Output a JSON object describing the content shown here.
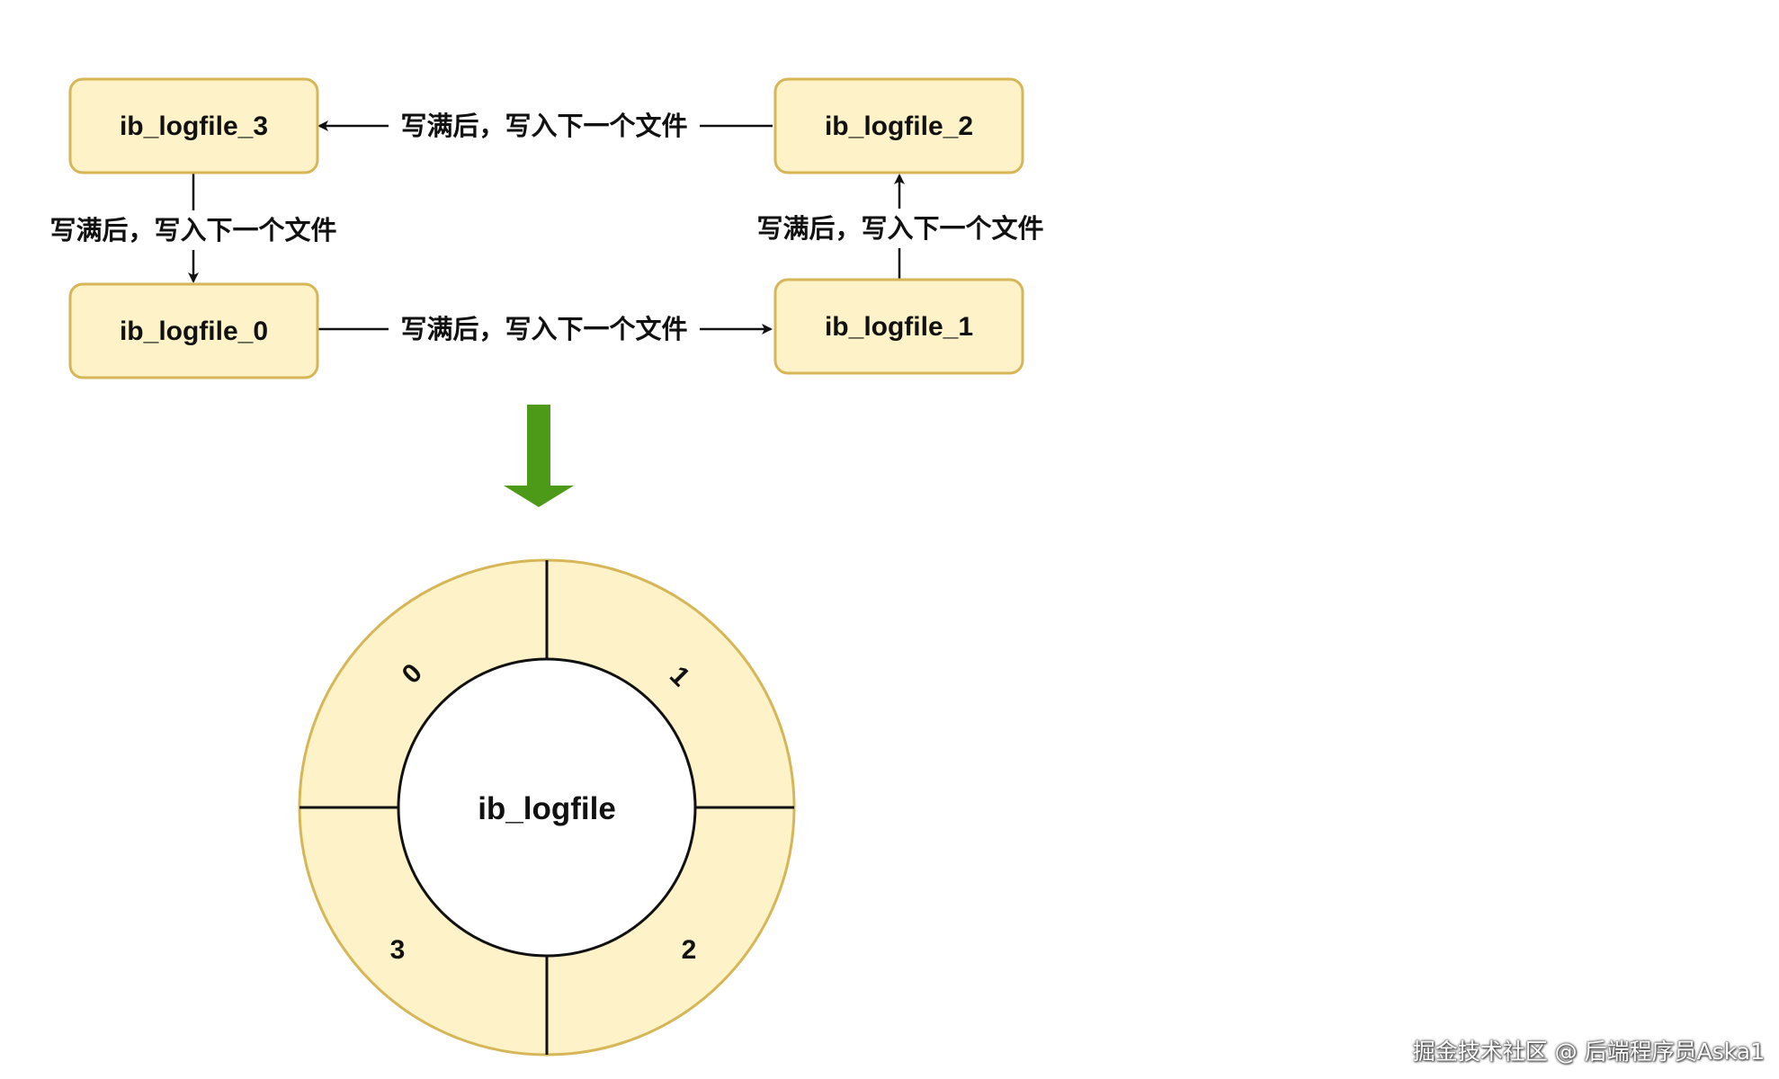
{
  "nodes": {
    "logfile_3": {
      "label": "ib_logfile_3"
    },
    "logfile_2": {
      "label": "ib_logfile_2"
    },
    "logfile_0": {
      "label": "ib_logfile_0"
    },
    "logfile_1": {
      "label": "ib_logfile_1"
    }
  },
  "edges": {
    "e_2_to_3": {
      "label": "写满后，写入下一个文件"
    },
    "e_3_to_0": {
      "label": "写满后，写入下一个文件"
    },
    "e_0_to_1": {
      "label": "写满后，写入下一个文件"
    },
    "e_1_to_2": {
      "label": "写满后，写入下一个文件"
    }
  },
  "transform_arrow": {
    "color": "#4d9a18"
  },
  "ring": {
    "center_label": "ib_logfile",
    "segments": [
      "0",
      "1",
      "2",
      "3"
    ],
    "fill_color": "#fdf2c8",
    "stroke_color": "#d6b656"
  },
  "watermark": {
    "text": "掘金技术社区 @ 后端程序员Aska1"
  },
  "colors": {
    "box_fill": "#fdf2c8",
    "box_stroke": "#d6b656",
    "line": "#111111"
  }
}
